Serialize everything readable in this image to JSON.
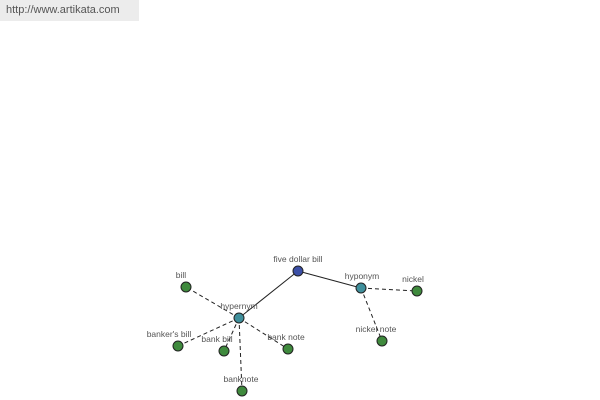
{
  "site": {
    "url": "http://www.artikata.com"
  },
  "graph": {
    "colors": {
      "root": "#3b4fa6",
      "relation": "#3f8f9b",
      "leaf": "#3f8a3d",
      "edge": "#222222"
    },
    "nodes": [
      {
        "id": "root",
        "label": "five dollar bill",
        "kind": "root"
      },
      {
        "id": "hyper",
        "label": "hypernym",
        "kind": "relation"
      },
      {
        "id": "hypo",
        "label": "hyponym",
        "kind": "relation"
      },
      {
        "id": "bill",
        "label": "bill",
        "kind": "leaf"
      },
      {
        "id": "bankers",
        "label": "banker's bill",
        "kind": "leaf"
      },
      {
        "id": "bankbill",
        "label": "bank bill",
        "kind": "leaf"
      },
      {
        "id": "banknote_sp",
        "label": "bank note",
        "kind": "leaf"
      },
      {
        "id": "banknote",
        "label": "banknote",
        "kind": "leaf"
      },
      {
        "id": "nickel",
        "label": "nickel",
        "kind": "leaf"
      },
      {
        "id": "nickelnote",
        "label": "nickel note",
        "kind": "leaf"
      }
    ],
    "edges": [
      {
        "from": "root",
        "to": "hyper",
        "style": "solid"
      },
      {
        "from": "root",
        "to": "hypo",
        "style": "solid"
      },
      {
        "from": "hyper",
        "to": "bill",
        "style": "dashed"
      },
      {
        "from": "hyper",
        "to": "bankers",
        "style": "dashed"
      },
      {
        "from": "hyper",
        "to": "bankbill",
        "style": "dashed"
      },
      {
        "from": "hyper",
        "to": "banknote_sp",
        "style": "dashed"
      },
      {
        "from": "hyper",
        "to": "banknote",
        "style": "dashed"
      },
      {
        "from": "hypo",
        "to": "nickel",
        "style": "dashed"
      },
      {
        "from": "hypo",
        "to": "nickelnote",
        "style": "dashed"
      }
    ]
  }
}
